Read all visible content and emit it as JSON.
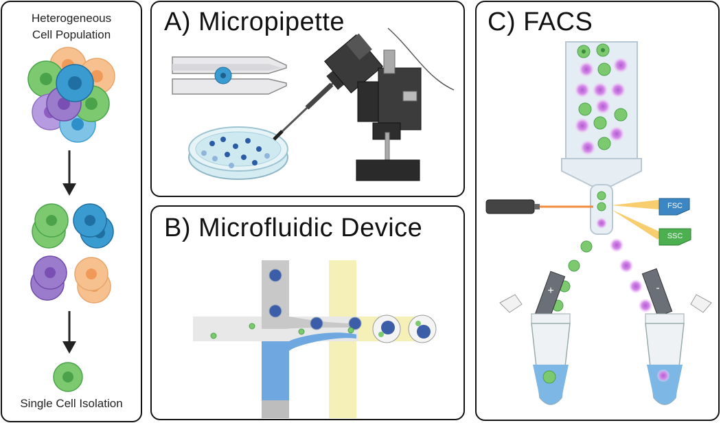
{
  "left_panel": {
    "top_label_line1": "Heterogeneous",
    "top_label_line2": "Cell Population",
    "bottom_label": "Single Cell Isolation"
  },
  "panel_a": {
    "title": "A) Micropipette"
  },
  "panel_b": {
    "title": "B) Microfluidic Device"
  },
  "panel_c": {
    "title": "C) FACS",
    "fsc_label": "FSC",
    "ssc_label": "SSC",
    "plus_sign": "+",
    "minus_sign": "-"
  },
  "colors": {
    "green_cell": "#6cc26b",
    "blue_cell": "#2f8fc9",
    "purple_cell": "#9b6cc7",
    "orange_cell": "#f2a560",
    "magenta_glow": "#d58ae8",
    "channel_yellow": "#f5efb8",
    "channel_blue": "#6fa8e0",
    "fsc_blue": "#3c86c4",
    "ssc_green": "#4caf50"
  }
}
